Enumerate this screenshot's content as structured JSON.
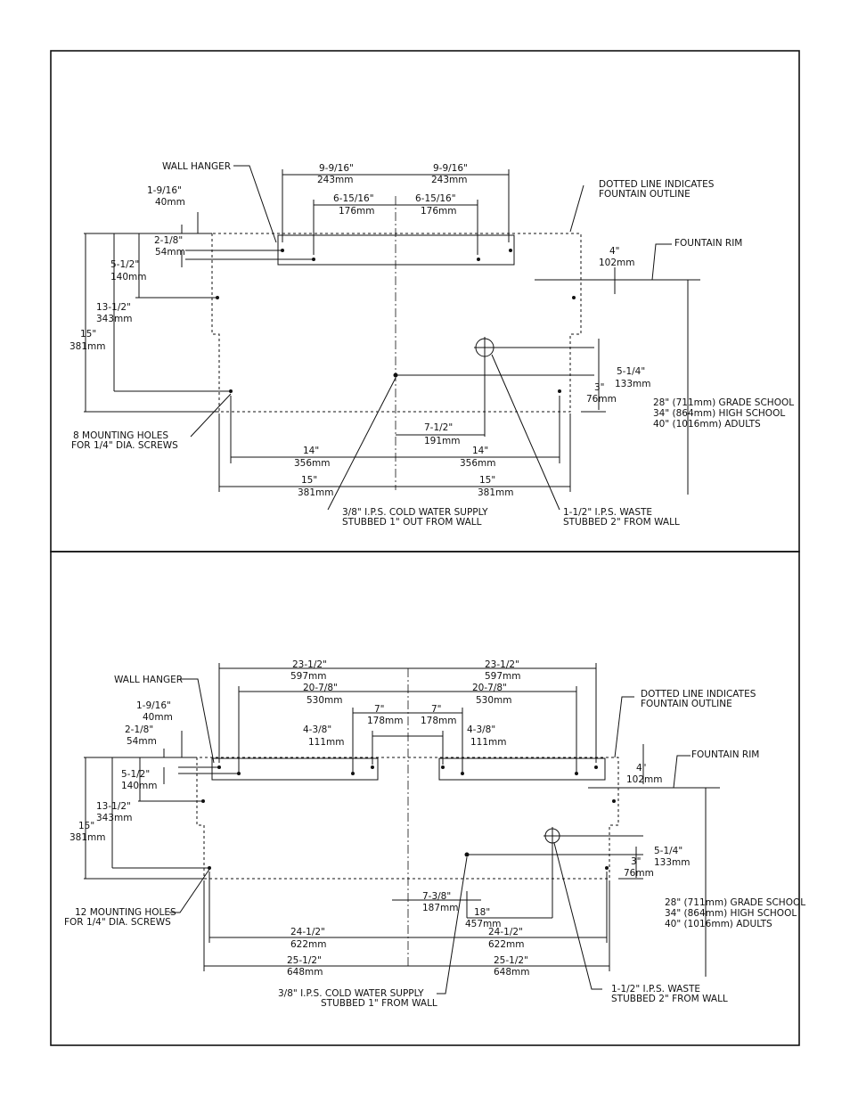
{
  "panel_top": {
    "wall_hanger": "WALL HANGER",
    "dotted_line_1": "DOTTED LINE INDICATES",
    "dotted_line_2": "FOUNTAIN OUTLINE",
    "fountain_rim": "FOUNTAIN RIM",
    "dims": {
      "a_in": "9-9/16\"",
      "a_mm": "243mm",
      "b_in": "9-9/16\"",
      "b_mm": "243mm",
      "c_in": "6-15/16\"",
      "c_mm": "176mm",
      "d_in": "6-15/16\"",
      "d_mm": "176mm",
      "e_in": "1-9/16\"",
      "e_mm": "40mm",
      "f_in": "2-1/8\"",
      "f_mm": "54mm",
      "g_in": "5-1/2\"",
      "g_mm": "140mm",
      "h_in": "13-1/2\"",
      "h_mm": "343mm",
      "i_in": "15\"",
      "i_mm": "381mm",
      "j_in": "4\"",
      "j_mm": "102mm",
      "k_in": "5-1/4\"",
      "k_mm": "133mm",
      "l_in": "3\"",
      "l_mm": "76mm",
      "m_in": "7-1/2\"",
      "m_mm": "191mm",
      "n_in": "14\"",
      "n_mm": "356mm",
      "o_in": "14\"",
      "o_mm": "356mm",
      "p_in": "15\"",
      "p_mm": "381mm",
      "q_in": "15\"",
      "q_mm": "381mm"
    },
    "heights": [
      "28\" (711mm) GRADE SCHOOL",
      "34\" (864mm) HIGH SCHOOL",
      "40\" (1016mm) ADULTS"
    ],
    "mounting_1": "8 MOUNTING HOLES",
    "mounting_2": "FOR 1/4\" DIA. SCREWS",
    "supply_1": "3/8\" I.P.S. COLD WATER SUPPLY",
    "supply_2": "STUBBED 1\" OUT FROM WALL",
    "waste_1": "1-1/2\" I.P.S. WASTE",
    "waste_2": "STUBBED 2\" FROM WALL"
  },
  "panel_bottom": {
    "wall_hanger": "WALL HANGER",
    "dotted_line_1": "DOTTED LINE INDICATES",
    "dotted_line_2": "FOUNTAIN OUTLINE",
    "fountain_rim": "FOUNTAIN RIM",
    "dims": {
      "a_in": "23-1/2\"",
      "a_mm": "597mm",
      "b_in": "23-1/2\"",
      "b_mm": "597mm",
      "c_in": "20-7/8\"",
      "c_mm": "530mm",
      "d_in": "20-7/8\"",
      "d_mm": "530mm",
      "e_in": "7\"",
      "e_mm": "178mm",
      "f_in": "7\"",
      "f_mm": "178mm",
      "g_in": "4-3/8\"",
      "g_mm": "111mm",
      "h_in": "4-3/8\"",
      "h_mm": "111mm",
      "i_in": "1-9/16\"",
      "i_mm": "40mm",
      "j_in": "2-1/8\"",
      "j_mm": "54mm",
      "k_in": "5-1/2\"",
      "k_mm": "140mm",
      "l_in": "13-1/2\"",
      "l_mm": "343mm",
      "m_in": "15\"",
      "m_mm": "381mm",
      "n_in": "4\"",
      "n_mm": "102mm",
      "o_in": "5-1/4\"",
      "o_mm": "133mm",
      "p_in": "3\"",
      "p_mm": "76mm",
      "q_in": "7-3/8\"",
      "q_mm": "187mm",
      "r_in": "18\"",
      "r_mm": "457mm",
      "s_in": "24-1/2\"",
      "s_mm": "622mm",
      "t_in": "24-1/2\"",
      "t_mm": "622mm",
      "u_in": "25-1/2\"",
      "u_mm": "648mm",
      "v_in": "25-1/2\"",
      "v_mm": "648mm"
    },
    "heights": [
      "28\" (711mm) GRADE SCHOOL",
      "34\" (864mm) HIGH SCHOOL",
      "40\" (1016mm) ADULTS"
    ],
    "mounting_1": "12 MOUNTING HOLES",
    "mounting_2": "FOR 1/4\" DIA. SCREWS",
    "supply_1": "3/8\" I.P.S. COLD WATER SUPPLY",
    "supply_2": "STUBBED 1\" FROM WALL",
    "waste_1": "1-1/2\" I.P.S. WASTE",
    "waste_2": "STUBBED 2\" FROM WALL"
  }
}
